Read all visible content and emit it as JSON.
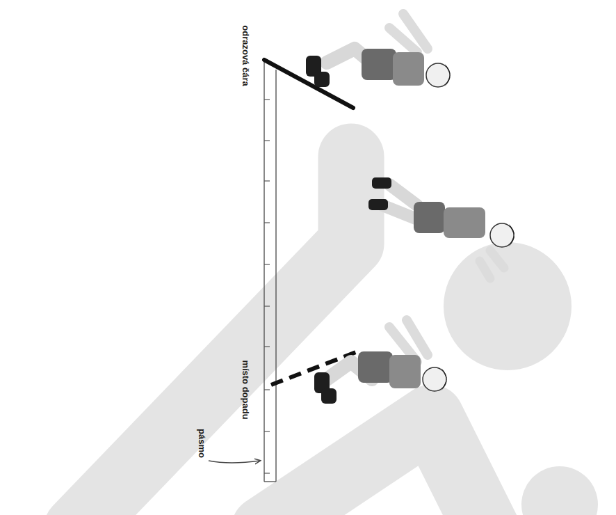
{
  "diagram": {
    "labels": [
      "odrazová čára",
      "místo dopadu",
      "pásmo"
    ]
  }
}
